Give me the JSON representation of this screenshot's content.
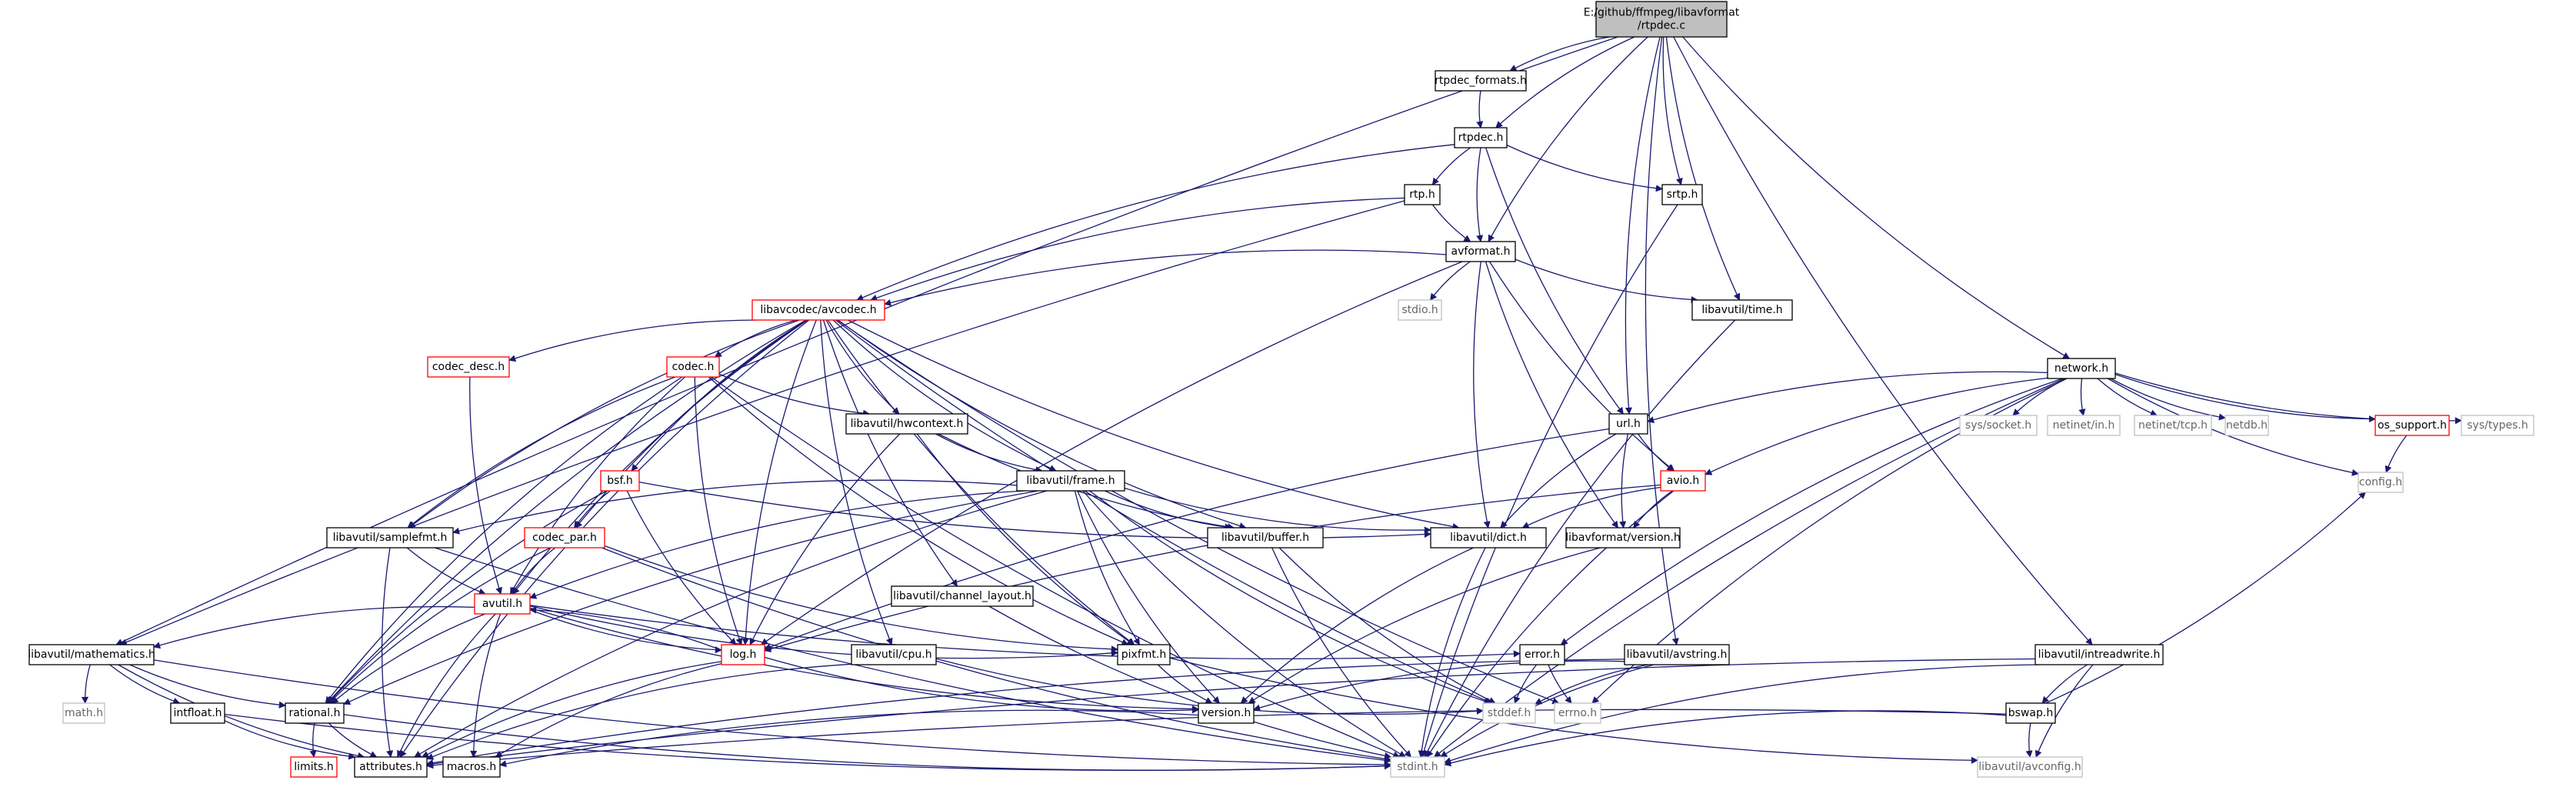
{
  "nodes": {
    "root": {
      "lines": [
        "E:/github/ffmpeg/libavformat",
        "/rtpdec.c"
      ],
      "style": "root"
    },
    "rtpdec_formats": {
      "lines": [
        "rtpdec_formats.h"
      ],
      "style": "normal"
    },
    "rtpdec": {
      "lines": [
        "rtpdec.h"
      ],
      "style": "normal"
    },
    "rtp": {
      "lines": [
        "rtp.h"
      ],
      "style": "normal"
    },
    "srtp": {
      "lines": [
        "srtp.h"
      ],
      "style": "normal"
    },
    "avformat": {
      "lines": [
        "avformat.h"
      ],
      "style": "normal"
    },
    "stdio": {
      "lines": [
        "stdio.h"
      ],
      "style": "ext"
    },
    "time": {
      "lines": [
        "libavutil/time.h"
      ],
      "style": "normal"
    },
    "avcodec": {
      "lines": [
        "libavcodec/avcodec.h"
      ],
      "style": "red"
    },
    "codec_desc": {
      "lines": [
        "codec_desc.h"
      ],
      "style": "red"
    },
    "codec": {
      "lines": [
        "codec.h"
      ],
      "style": "red"
    },
    "hwcontext": {
      "lines": [
        "libavutil/hwcontext.h"
      ],
      "style": "normal"
    },
    "frame": {
      "lines": [
        "libavutil/frame.h"
      ],
      "style": "normal"
    },
    "bsf": {
      "lines": [
        "bsf.h"
      ],
      "style": "red"
    },
    "samplefmt": {
      "lines": [
        "libavutil/samplefmt.h"
      ],
      "style": "normal"
    },
    "codec_par": {
      "lines": [
        "codec_par.h"
      ],
      "style": "red"
    },
    "buffer": {
      "lines": [
        "libavutil/buffer.h"
      ],
      "style": "normal"
    },
    "dict": {
      "lines": [
        "libavutil/dict.h"
      ],
      "style": "normal"
    },
    "channel_layout": {
      "lines": [
        "libavutil/channel_layout.h"
      ],
      "style": "normal"
    },
    "avutil": {
      "lines": [
        "avutil.h"
      ],
      "style": "red"
    },
    "mathematics": {
      "lines": [
        "libavutil/mathematics.h"
      ],
      "style": "normal"
    },
    "math": {
      "lines": [
        "math.h"
      ],
      "style": "ext"
    },
    "intfloat": {
      "lines": [
        "intfloat.h"
      ],
      "style": "normal"
    },
    "rational": {
      "lines": [
        "rational.h"
      ],
      "style": "normal"
    },
    "limits": {
      "lines": [
        "limits.h"
      ],
      "style": "red"
    },
    "attributes": {
      "lines": [
        "attributes.h"
      ],
      "style": "normal"
    },
    "macros": {
      "lines": [
        "macros.h"
      ],
      "style": "normal"
    },
    "log": {
      "lines": [
        "log.h"
      ],
      "style": "red"
    },
    "cpu": {
      "lines": [
        "libavutil/cpu.h"
      ],
      "style": "normal"
    },
    "pixfmt": {
      "lines": [
        "pixfmt.h"
      ],
      "style": "normal"
    },
    "version": {
      "lines": [
        "version.h"
      ],
      "style": "normal"
    },
    "stdint": {
      "lines": [
        "stdint.h"
      ],
      "style": "ext"
    },
    "url": {
      "lines": [
        "url.h"
      ],
      "style": "normal"
    },
    "avio": {
      "lines": [
        "avio.h"
      ],
      "style": "red"
    },
    "lavf_version": {
      "lines": [
        "libavformat/version.h"
      ],
      "style": "normal"
    },
    "error": {
      "lines": [
        "error.h"
      ],
      "style": "normal"
    },
    "stddef": {
      "lines": [
        "stddef.h"
      ],
      "style": "ext"
    },
    "errno": {
      "lines": [
        "errno.h"
      ],
      "style": "ext"
    },
    "avstring": {
      "lines": [
        "libavutil/avstring.h"
      ],
      "style": "normal"
    },
    "network": {
      "lines": [
        "network.h"
      ],
      "style": "normal"
    },
    "socket": {
      "lines": [
        "sys/socket.h"
      ],
      "style": "ext"
    },
    "netinet_in": {
      "lines": [
        "netinet/in.h"
      ],
      "style": "ext"
    },
    "netinet_tcp": {
      "lines": [
        "netinet/tcp.h"
      ],
      "style": "ext"
    },
    "netdb": {
      "lines": [
        "netdb.h"
      ],
      "style": "ext"
    },
    "os_support": {
      "lines": [
        "os_support.h"
      ],
      "style": "red"
    },
    "sys_types": {
      "lines": [
        "sys/types.h"
      ],
      "style": "ext"
    },
    "config": {
      "lines": [
        "config.h"
      ],
      "style": "ext"
    },
    "intreadwrite": {
      "lines": [
        "libavutil/intreadwrite.h"
      ],
      "style": "normal"
    },
    "bswap": {
      "lines": [
        "bswap.h"
      ],
      "style": "normal"
    },
    "avconfig": {
      "lines": [
        "libavutil/avconfig.h"
      ],
      "style": "ext"
    }
  },
  "edges": [
    [
      "root",
      "rtpdec_formats"
    ],
    [
      "root",
      "rtpdec"
    ],
    [
      "root",
      "srtp"
    ],
    [
      "root",
      "avformat"
    ],
    [
      "root",
      "time"
    ],
    [
      "root",
      "url"
    ],
    [
      "root",
      "avstring"
    ],
    [
      "root",
      "network"
    ],
    [
      "root",
      "mathematics"
    ],
    [
      "root",
      "intreadwrite"
    ],
    [
      "rtpdec_formats",
      "rtpdec"
    ],
    [
      "rtpdec",
      "rtp"
    ],
    [
      "rtpdec",
      "srtp"
    ],
    [
      "rtpdec",
      "avformat"
    ],
    [
      "rtpdec",
      "avcodec"
    ],
    [
      "rtpdec",
      "url"
    ],
    [
      "rtp",
      "avformat"
    ],
    [
      "rtp",
      "avcodec"
    ],
    [
      "rtp",
      "mathematics"
    ],
    [
      "srtp",
      "stdint"
    ],
    [
      "avformat",
      "stdio"
    ],
    [
      "avformat",
      "time"
    ],
    [
      "avformat",
      "avcodec"
    ],
    [
      "avformat",
      "dict"
    ],
    [
      "avformat",
      "avio"
    ],
    [
      "avformat",
      "lavf_version"
    ],
    [
      "avformat",
      "log"
    ],
    [
      "time",
      "stdint"
    ],
    [
      "avcodec",
      "codec_desc"
    ],
    [
      "avcodec",
      "codec"
    ],
    [
      "avcodec",
      "hwcontext"
    ],
    [
      "avcodec",
      "frame"
    ],
    [
      "avcodec",
      "bsf"
    ],
    [
      "avcodec",
      "samplefmt"
    ],
    [
      "avcodec",
      "codec_par"
    ],
    [
      "avcodec",
      "buffer"
    ],
    [
      "avcodec",
      "dict"
    ],
    [
      "avcodec",
      "channel_layout"
    ],
    [
      "avcodec",
      "avutil"
    ],
    [
      "avcodec",
      "cpu"
    ],
    [
      "avcodec",
      "pixfmt"
    ],
    [
      "avcodec",
      "log"
    ],
    [
      "avcodec",
      "rational"
    ],
    [
      "avcodec",
      "attributes"
    ],
    [
      "avcodec",
      "errno"
    ],
    [
      "avcodec",
      "stddef"
    ],
    [
      "codec_desc",
      "avutil"
    ],
    [
      "codec",
      "hwcontext"
    ],
    [
      "codec",
      "samplefmt"
    ],
    [
      "codec",
      "avutil"
    ],
    [
      "codec",
      "log"
    ],
    [
      "codec",
      "pixfmt"
    ],
    [
      "codec",
      "rational"
    ],
    [
      "codec",
      "stdint"
    ],
    [
      "hwcontext",
      "buffer"
    ],
    [
      "hwcontext",
      "frame"
    ],
    [
      "hwcontext",
      "log"
    ],
    [
      "hwcontext",
      "pixfmt"
    ],
    [
      "frame",
      "samplefmt"
    ],
    [
      "frame",
      "buffer"
    ],
    [
      "frame",
      "dict"
    ],
    [
      "frame",
      "avutil"
    ],
    [
      "frame",
      "pixfmt"
    ],
    [
      "frame",
      "rational"
    ],
    [
      "frame",
      "version"
    ],
    [
      "frame",
      "stdint"
    ],
    [
      "frame",
      "stddef"
    ],
    [
      "frame",
      "attributes"
    ],
    [
      "bsf",
      "codec_par"
    ],
    [
      "bsf",
      "dict"
    ],
    [
      "bsf",
      "log"
    ],
    [
      "bsf",
      "rational"
    ],
    [
      "samplefmt",
      "avutil"
    ],
    [
      "samplefmt",
      "attributes"
    ],
    [
      "samplefmt",
      "stdint"
    ],
    [
      "codec_par",
      "avutil"
    ],
    [
      "codec_par",
      "pixfmt"
    ],
    [
      "codec_par",
      "rational"
    ],
    [
      "codec_par",
      "stdint"
    ],
    [
      "buffer",
      "stdint"
    ],
    [
      "buffer",
      "stddef"
    ],
    [
      "dict",
      "stdint"
    ],
    [
      "dict",
      "version"
    ],
    [
      "channel_layout",
      "stdint"
    ],
    [
      "avutil",
      "mathematics"
    ],
    [
      "avutil",
      "rational"
    ],
    [
      "avutil",
      "log"
    ],
    [
      "avutil",
      "pixfmt"
    ],
    [
      "avutil",
      "error"
    ],
    [
      "avutil",
      "version"
    ],
    [
      "avutil",
      "macros"
    ],
    [
      "avutil",
      "attributes"
    ],
    [
      "mathematics",
      "math"
    ],
    [
      "mathematics",
      "intfloat"
    ],
    [
      "mathematics",
      "rational"
    ],
    [
      "mathematics",
      "attributes"
    ],
    [
      "mathematics",
      "stdint"
    ],
    [
      "intfloat",
      "attributes"
    ],
    [
      "intfloat",
      "stdint"
    ],
    [
      "rational",
      "limits"
    ],
    [
      "rational",
      "attributes"
    ],
    [
      "rational",
      "stdint"
    ],
    [
      "log",
      "avutil"
    ],
    [
      "log",
      "attributes"
    ],
    [
      "log",
      "version"
    ],
    [
      "log",
      "macros"
    ],
    [
      "cpu",
      "attributes"
    ],
    [
      "cpu",
      "stddef"
    ],
    [
      "pixfmt",
      "version"
    ],
    [
      "pixfmt",
      "avconfig"
    ],
    [
      "version",
      "macros"
    ],
    [
      "url",
      "avio"
    ],
    [
      "url",
      "lavf_version"
    ],
    [
      "url",
      "dict"
    ],
    [
      "url",
      "log"
    ],
    [
      "avio",
      "dict"
    ],
    [
      "avio",
      "log"
    ],
    [
      "avio",
      "lavf_version"
    ],
    [
      "avio",
      "stdint"
    ],
    [
      "lavf_version",
      "version"
    ],
    [
      "error",
      "errno"
    ],
    [
      "error",
      "stddef"
    ],
    [
      "avstring",
      "stddef"
    ],
    [
      "avstring",
      "stdint"
    ],
    [
      "avstring",
      "attributes"
    ],
    [
      "avstring",
      "version"
    ],
    [
      "network",
      "url"
    ],
    [
      "network",
      "avio"
    ],
    [
      "network",
      "error"
    ],
    [
      "network",
      "errno"
    ],
    [
      "network",
      "socket"
    ],
    [
      "network",
      "netinet_in"
    ],
    [
      "network",
      "netinet_tcp"
    ],
    [
      "network",
      "netdb"
    ],
    [
      "network",
      "os_support"
    ],
    [
      "network",
      "sys_types"
    ],
    [
      "network",
      "config"
    ],
    [
      "network",
      "stdint"
    ],
    [
      "os_support",
      "config"
    ],
    [
      "intreadwrite",
      "bswap"
    ],
    [
      "intreadwrite",
      "avconfig"
    ],
    [
      "intreadwrite",
      "attributes"
    ],
    [
      "intreadwrite",
      "stdint"
    ],
    [
      "bswap",
      "attributes"
    ],
    [
      "bswap",
      "avconfig"
    ],
    [
      "bswap",
      "stdint"
    ],
    [
      "bswap",
      "config"
    ]
  ],
  "colors": {
    "edge": "#191970",
    "root_fill": "#bfbfbf",
    "normal_border": "#000000",
    "red_border": "#ff0000",
    "ext_border": "#bfbfbf",
    "ext_text": "#666666"
  }
}
